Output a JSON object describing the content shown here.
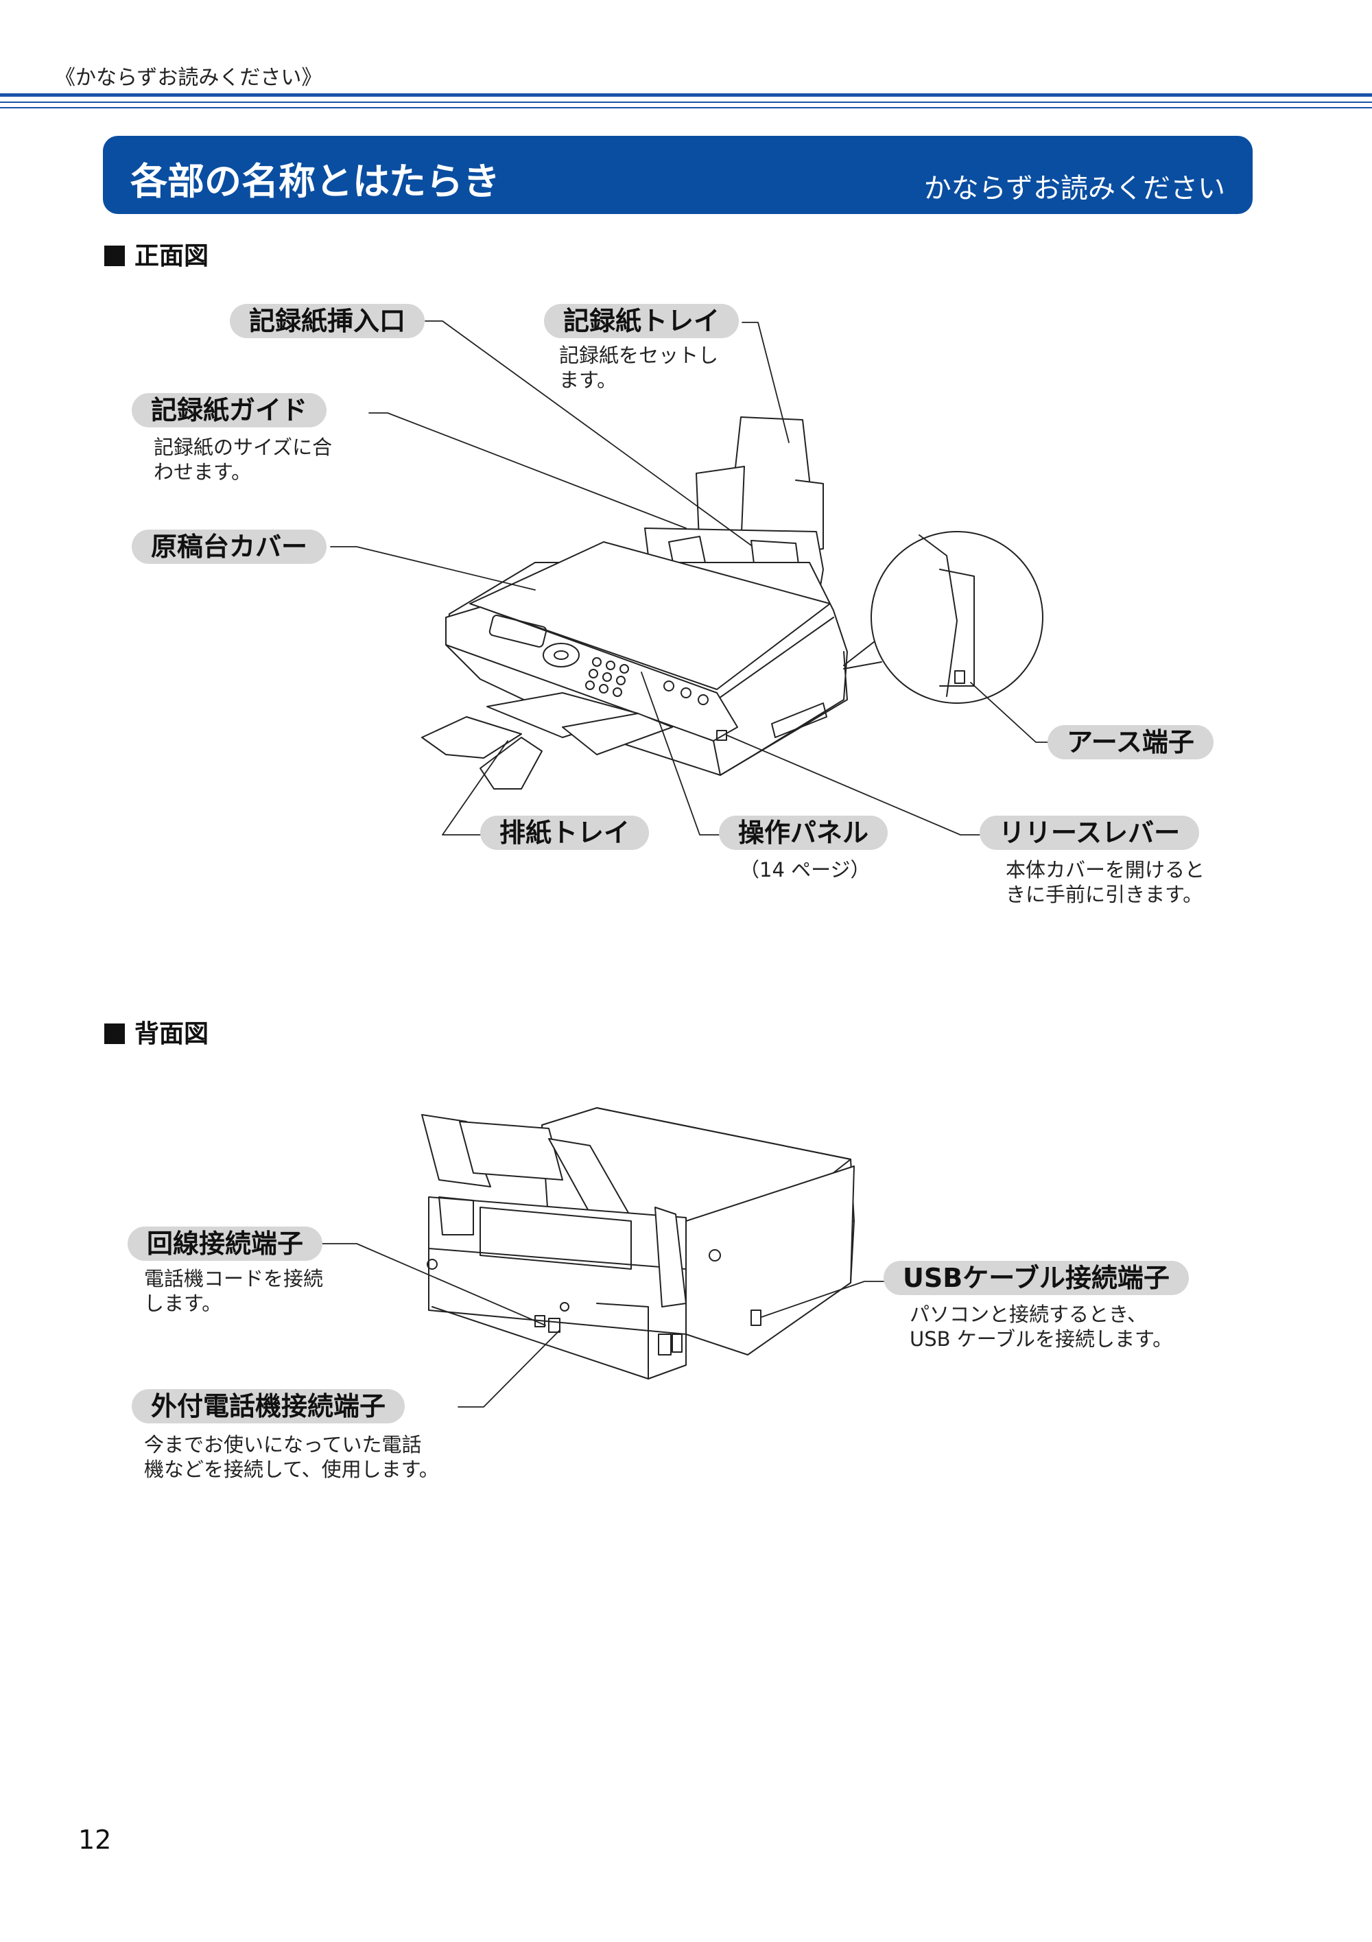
{
  "header": {
    "running_head": "《かならずお読みください》",
    "title": "各部の名称とはたらき",
    "subtitle": "かならずお読みください"
  },
  "front_section": {
    "heading": "正面図",
    "labels": {
      "paper_slot": {
        "name": "記録紙挿入口"
      },
      "paper_tray": {
        "name": "記録紙トレイ",
        "desc": [
          "記録紙をセットし",
          "ます。"
        ]
      },
      "paper_guide": {
        "name": "記録紙ガイド",
        "desc": [
          "記録紙のサイズに合",
          "わせます。"
        ]
      },
      "doc_cover": {
        "name": "原稿台カバー"
      },
      "ground_terminal": {
        "name": "アース端子"
      },
      "output_tray": {
        "name": "排紙トレイ"
      },
      "control_panel": {
        "name": "操作パネル",
        "desc": [
          "（14 ページ）"
        ]
      },
      "release_lever": {
        "name": "リリースレバー",
        "desc": [
          "本体カバーを開けると",
          "きに手前に引きます。"
        ]
      }
    }
  },
  "back_section": {
    "heading": "背面図",
    "labels": {
      "line_terminal": {
        "name": "回線接続端子",
        "desc": [
          "電話機コードを接続",
          "します。"
        ]
      },
      "usb_terminal": {
        "name": "USBケーブル接続端子",
        "desc": [
          "パソコンと接続するとき、",
          "USB ケーブルを接続します。"
        ]
      },
      "ext_phone_terminal": {
        "name": "外付電話機接続端子",
        "desc": [
          "今までお使いになっていた電話",
          "機などを接続して、使用します。"
        ]
      }
    }
  },
  "footer": {
    "page_number": "12"
  },
  "colors": {
    "banner": "#0a4ea1",
    "pill": "#d6d6d6",
    "rule": "#1a54a8"
  }
}
